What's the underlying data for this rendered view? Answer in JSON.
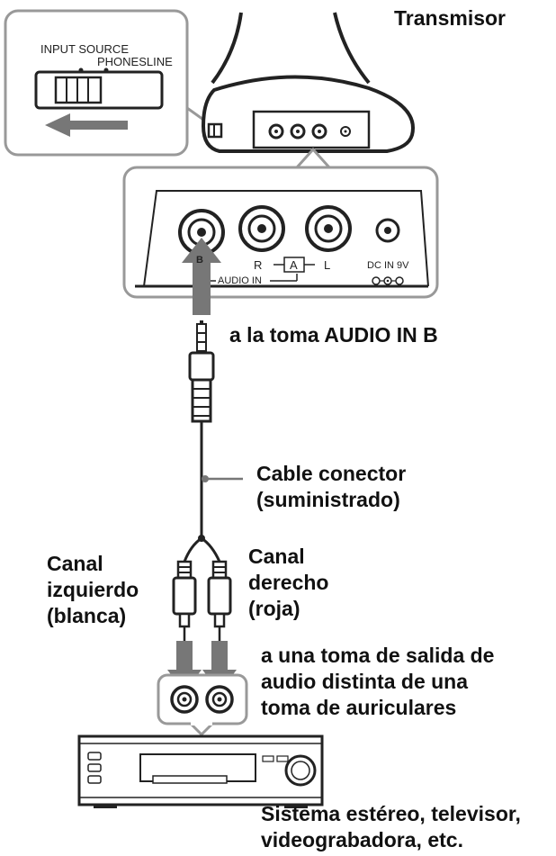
{
  "switch_panel": {
    "input_source": "INPUT SOURCE",
    "phonesline": "PHONESLINE"
  },
  "transmitter": {
    "title": "Transmisor"
  },
  "jack_panel": {
    "label_b": "B",
    "label_r": "R",
    "label_a": "A",
    "label_l": "L",
    "audio_in": "AUDIO IN",
    "dc_in": "DC IN 9V"
  },
  "callouts": {
    "audio_in_b": "a la toma AUDIO IN B",
    "cable_line1": "Cable conector",
    "cable_line2": "(suministrado)",
    "left_line1": "Canal",
    "left_line2": "izquierdo",
    "left_line3": "(blanca)",
    "right_line1": "Canal",
    "right_line2": "derecho",
    "right_line3": "(roja)",
    "output_line1": "a una toma de salida de",
    "output_line2": "audio distinta de una",
    "output_line3": "toma de auriculares",
    "device_line1": "Sistema estéreo, televisor,",
    "device_line2": "videograbadora, etc."
  },
  "colors": {
    "line": "#222222",
    "arrow": "#777777",
    "panel_border": "#888888"
  }
}
